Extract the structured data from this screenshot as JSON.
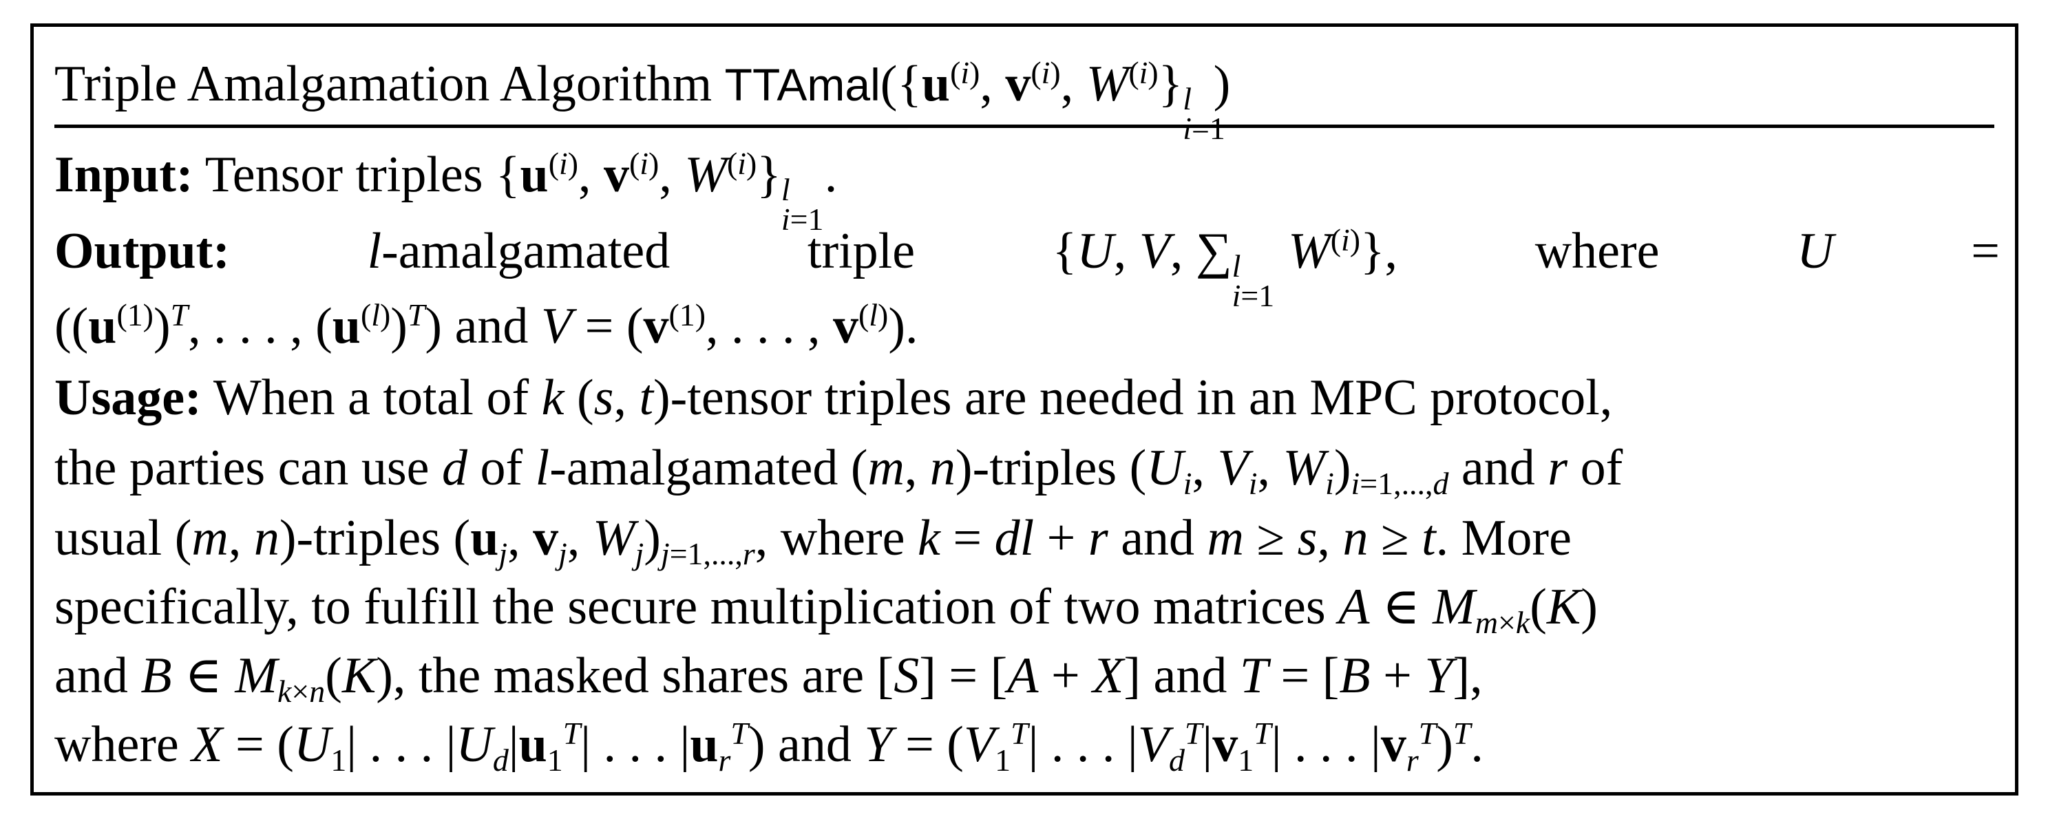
{
  "title": {
    "prefix": "Triple Amalgamation Algorithm",
    "name": "TTAmal",
    "args": "({u(i), v(i), W(i)} l i=1)"
  },
  "input": {
    "label": "Input:",
    "text": "Tensor triples {u(i), v(i), W(i)} l i=1."
  },
  "output": {
    "label": "Output:",
    "text": "l-amalgamated triple {U, V, Σ l i=1 W(i)}, where U = ((u(1))T, ..., (u(l))T) and V = (v(1), ..., v(l))."
  },
  "usage": {
    "label": "Usage:",
    "text": "When a total of k (s,t)-tensor triples are needed in an MPC protocol, the parties can use d of l-amalgamated (m,n)-triples (Ui, Vi, Wi)i=1,...,d and r of usual (m,n)-triples (uj, vj, Wj)j=1,...,r, where k = dl + r and m ≥ s, n ≥ t. More specifically, to fulfill the secure multiplication of two matrices A ∈ Mm×k(K) and B ∈ Mk×n(K), the masked shares are [S] = [A + X] and T = [B + Y], where X = (U1|...|Ud|u1T|...|urT) and Y = (V1T|...|VdT|v1T|...|vrT)T."
  }
}
